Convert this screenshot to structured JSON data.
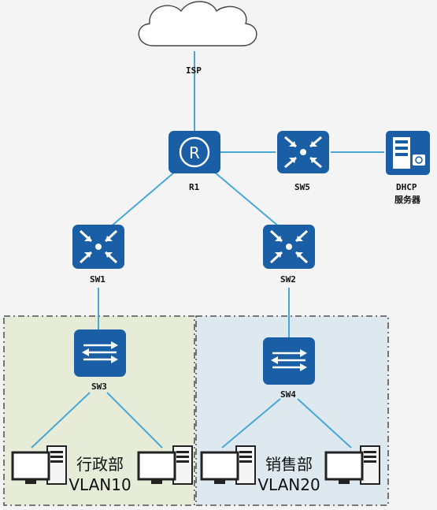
{
  "nodes": {
    "isp": {
      "label": "ISP",
      "icon": "cloud-icon"
    },
    "r1": {
      "label": "R1",
      "icon": "router-icon"
    },
    "sw5": {
      "label": "SW5",
      "icon": "l3-switch-icon"
    },
    "dhcp": {
      "label_line1": "DHCP",
      "label_line2": "服务器",
      "icon": "server-icon"
    },
    "sw1": {
      "label": "SW1",
      "icon": "l3-switch-icon"
    },
    "sw2": {
      "label": "SW2",
      "icon": "l3-switch-icon"
    },
    "sw3": {
      "label": "SW3",
      "icon": "l2-switch-icon"
    },
    "sw4": {
      "label": "SW4",
      "icon": "l2-switch-icon"
    }
  },
  "groups": {
    "admin": {
      "name": "行政部",
      "vlan": "VLAN10",
      "fill": "#e6ecd7"
    },
    "sales": {
      "name": "销售部",
      "vlan": "VLAN20",
      "fill": "#dde9ef"
    }
  },
  "colors": {
    "link": "#49a7d6",
    "device": "#1a5ea6",
    "device_dark": "#124a85"
  }
}
